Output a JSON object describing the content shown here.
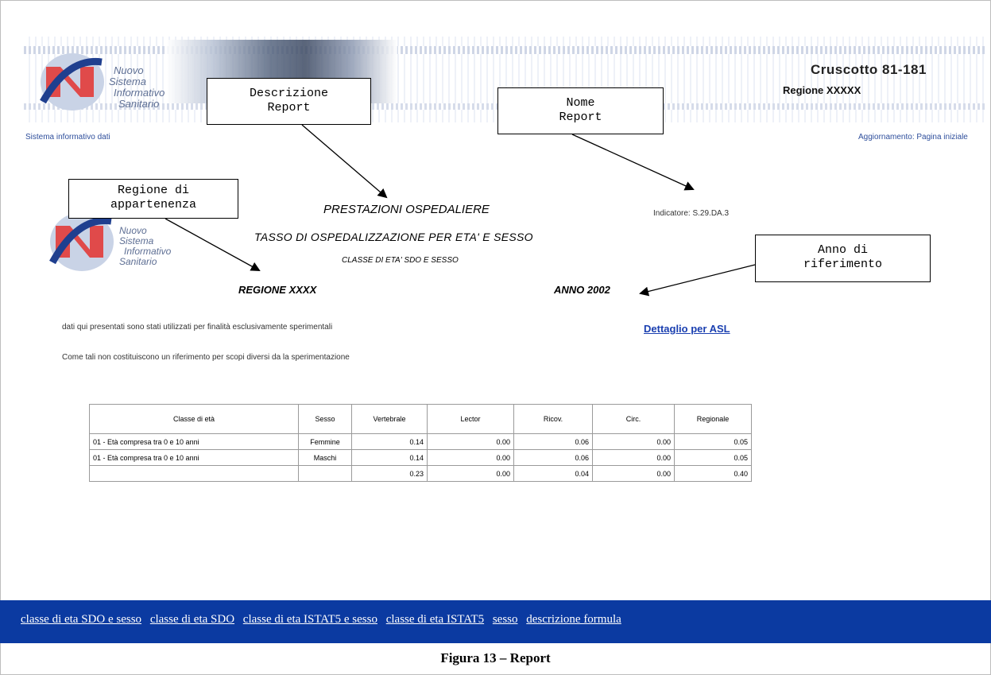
{
  "header": {
    "logo_text": [
      "Nuovo",
      "Sistema",
      "Informativo",
      "Sanitario"
    ],
    "cruscotto": "Cruscotto 81-181",
    "regione": "Regione XXXXX",
    "nav_left": "Sistema informativo dati",
    "nav_right": "Aggiornamento: Pagina iniziale"
  },
  "callouts": {
    "descrizione": [
      "Descrizione",
      "Report"
    ],
    "nome": [
      "Nome",
      "Report"
    ],
    "regione": [
      "Regione di",
      "appartenenza"
    ],
    "anno": [
      "Anno di",
      "riferimento"
    ]
  },
  "report": {
    "logo_text": [
      "Nuovo",
      "Sistema",
      "Informativo",
      "Sanitario"
    ],
    "title1": "PRESTAZIONI OSPEDALIERE",
    "title2": "TASSO DI OSPEDALIZZAZIONE PER ETA' E SESSO",
    "title3": "CLASSE DI ETA' SDO E SESSO",
    "indicatore": "Indicatore: S.29.DA.3",
    "regione_label": "REGIONE XXXX",
    "anno_label": "ANNO 2002",
    "note1": "dati qui presentati sono stati utilizzati per finalità esclusivamente sperimentali",
    "note2": "Come tali non costituiscono un riferimento per scopi diversi da la sperimentazione",
    "detail_link": "Dettaglio per ASL"
  },
  "table": {
    "headers": [
      "Classe di età",
      "Sesso",
      "Vertebrale",
      "Lector",
      "Ricov.",
      "Circ.",
      "Regionale"
    ],
    "rows": [
      [
        "01 - Età compresa tra 0 e 10 anni",
        "Femmine",
        "0.14",
        "0.00",
        "0.06",
        "0.00",
        "0.05"
      ],
      [
        "01 - Età compresa tra 0 e 10 anni",
        "Maschi",
        "0.14",
        "0.00",
        "0.06",
        "0.00",
        "0.05"
      ],
      [
        "",
        "",
        "0.23",
        "0.00",
        "0.04",
        "0.00",
        "0.40"
      ]
    ]
  },
  "footer": {
    "links": [
      "classe di eta SDO e sesso",
      "classe di eta SDO",
      "classe di eta ISTAT5 e sesso",
      "classe di eta ISTAT5",
      "sesso",
      "descrizione formula"
    ]
  },
  "caption": "Figura 13 – Report"
}
